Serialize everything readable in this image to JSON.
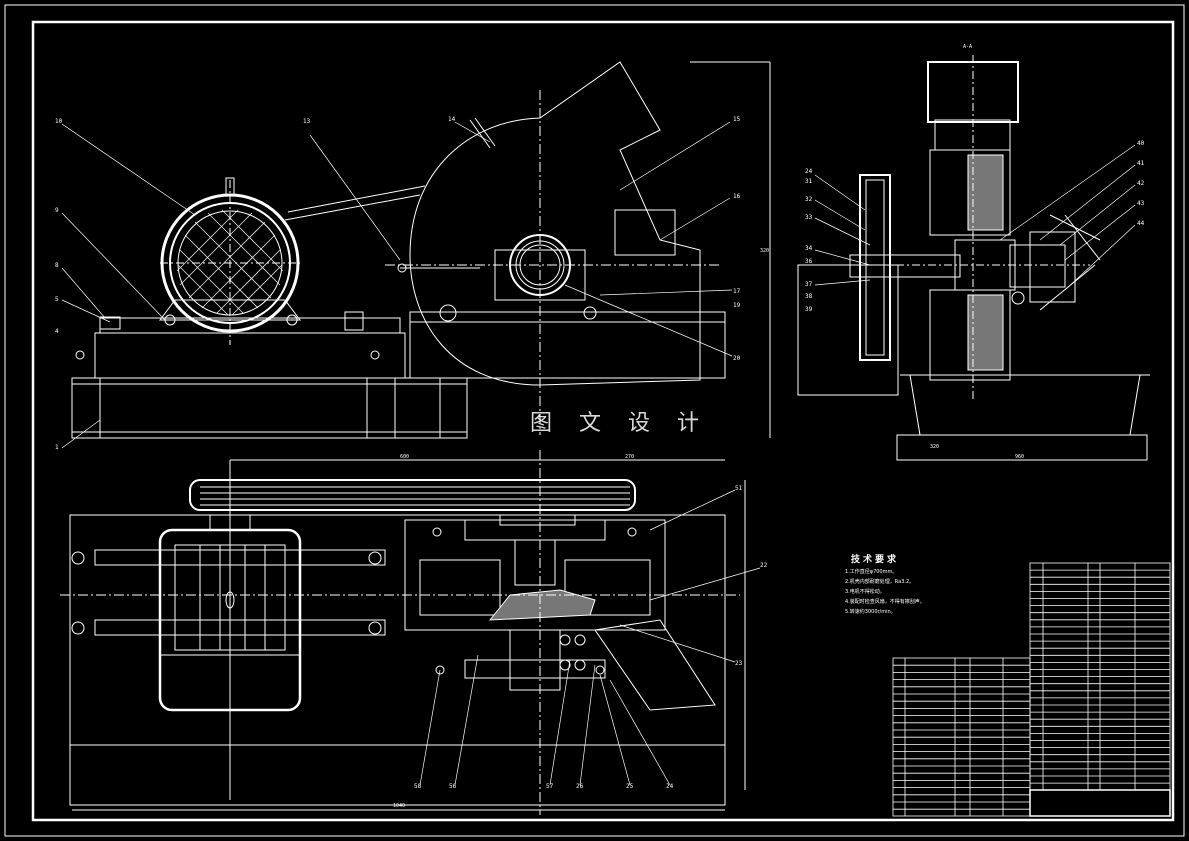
{
  "watermark": "图 文 设 计",
  "tech_notes": {
    "title": "技术要求",
    "lines": [
      "1.工作直径φ700mm。",
      "2.机壳内部耐磨处理，Ra3.2。",
      "3.电机不得松动。",
      "4.装配时检查风扇，不得有擦刮声。",
      "5.转速约3000r/min。"
    ]
  },
  "part_labels": {
    "left": [
      "10",
      "9",
      "8",
      "5",
      "4",
      "1"
    ],
    "top_mid": [
      "13",
      "14",
      "15",
      "16",
      "17",
      "19",
      "20"
    ],
    "right": [
      "24",
      "31",
      "32",
      "33",
      "34",
      "36",
      "37",
      "38",
      "39",
      "40",
      "41",
      "42",
      "43",
      "44"
    ],
    "bottom": [
      "51",
      "22",
      "23",
      "58",
      "56",
      "57",
      "26",
      "25",
      "24"
    ]
  },
  "dims": {
    "overall_width": "1040",
    "width_a": "600",
    "width_b": "270",
    "height_side": "320",
    "base_a": "320",
    "base_b": "960"
  },
  "view_label": "A-A"
}
